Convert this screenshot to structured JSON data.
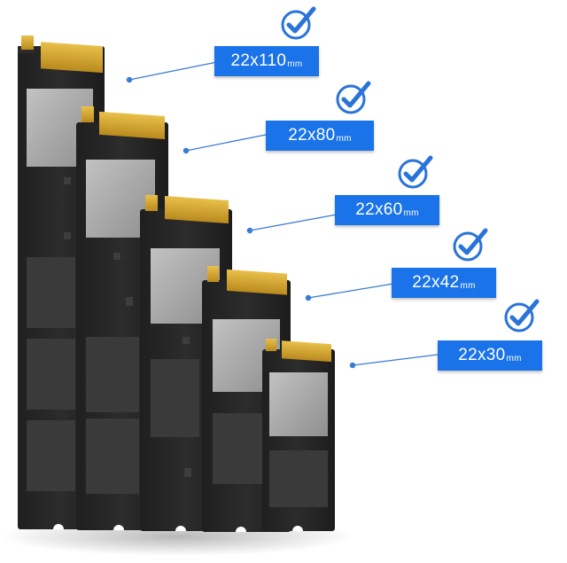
{
  "colors": {
    "label_bg": "#1a73e8",
    "label_text": "#ffffff",
    "leader_line": "#3a7bd5",
    "check_stroke": "#2a73d9",
    "pcb": "#262626",
    "gold_contacts": "#d7a531",
    "chip_light": "#a8a8a8",
    "chip_dark": "#3a3a3a"
  },
  "icons": {
    "check": "check-circle-icon"
  },
  "sizes": [
    {
      "value": "22x110",
      "unit": "mm"
    },
    {
      "value": "22x80",
      "unit": "mm"
    },
    {
      "value": "22x60",
      "unit": "mm"
    },
    {
      "value": "22x42",
      "unit": "mm"
    },
    {
      "value": "22x30",
      "unit": "mm"
    }
  ]
}
